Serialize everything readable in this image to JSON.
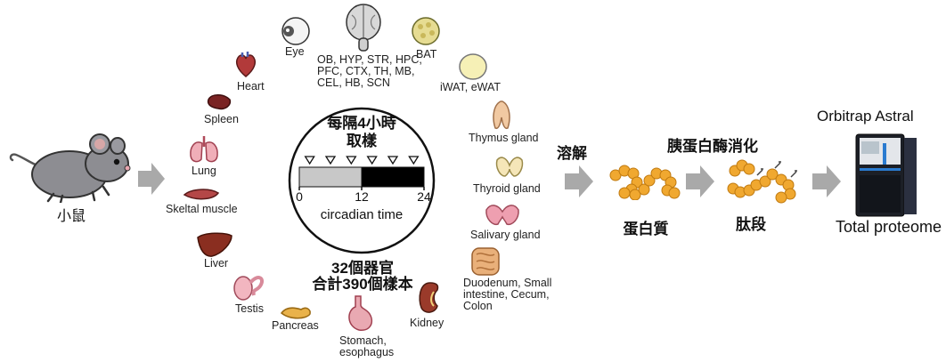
{
  "mouse": {
    "label": "小鼠"
  },
  "organs": {
    "eye": "Eye",
    "brain": "OB, HYP, STR, HPC, PFC, CTX, TH, MB, CEL, HB, SCN",
    "bat": "BAT",
    "heart": "Heart",
    "spleen": "Spleen",
    "lung": "Lung",
    "skeletal": "Skeltal muscle",
    "liver": "Liver",
    "testis": "Testis",
    "pancreas": "Pancreas",
    "stomach": "Stomach, esophagus",
    "kidney": "Kidney",
    "wat": "iWAT, eWAT",
    "thymus": "Thymus gland",
    "thyroid": "Thyroid gland",
    "salivary": "Salivary gland",
    "intestine": "Duodenum, Small intestine, Cecum, Colon"
  },
  "sampling": {
    "title_line1": "每隔4小時",
    "title_line2": "取樣",
    "times": [
      "2",
      "6",
      "10",
      "14",
      "18",
      "22"
    ],
    "ticks": [
      "0",
      "12",
      "24"
    ],
    "axis_label": "circadian time",
    "light_color": "#c8c8c8",
    "dark_color": "#000000"
  },
  "summary": {
    "line1": "32個器官",
    "line2": "合計390個樣本"
  },
  "steps": {
    "lysis": "溶解",
    "protein": "蛋白質",
    "digest": "胰蛋白酶消化",
    "peptide": "肽段",
    "instrument": "Orbitrap Astral",
    "result": "Total proteome"
  },
  "colors": {
    "arrow": "#a9a9a9",
    "bead": "#f0a830",
    "bead_edge": "#c07a10",
    "mouse_body": "#8d8d92"
  }
}
